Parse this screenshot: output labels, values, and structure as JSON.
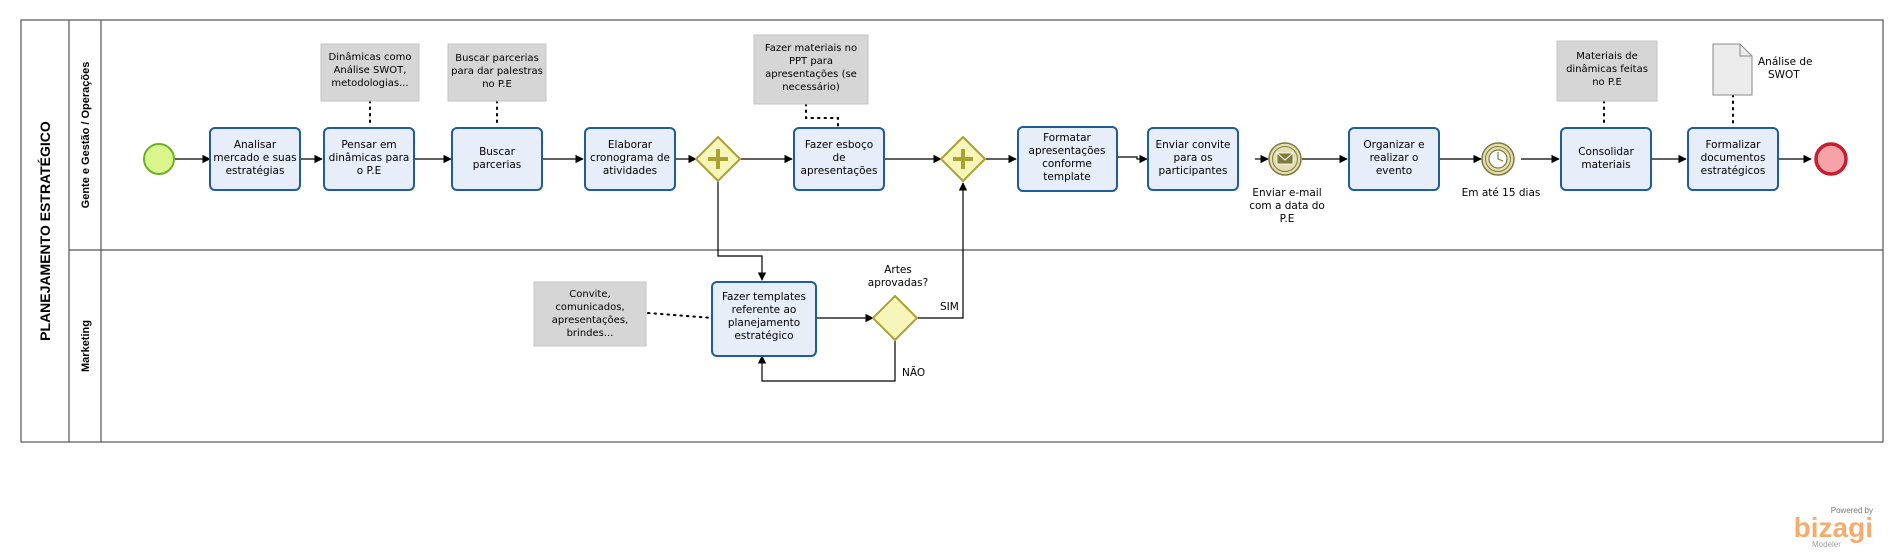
{
  "pool": {
    "title": "PLANEJAMENTO ESTRATÉGICO"
  },
  "lanes": [
    {
      "title": "Gente e Gestão / Operações"
    },
    {
      "title": "Marketing"
    }
  ],
  "tasks": [
    {
      "lines": [
        "Analisar",
        "mercado e suas",
        "estratégias"
      ]
    },
    {
      "lines": [
        "Pensar em",
        "dinâmicas para",
        "o P.E"
      ]
    },
    {
      "lines": [
        "Buscar",
        "parcerias"
      ]
    },
    {
      "lines": [
        "Elaborar",
        "cronograma de",
        "atividades"
      ]
    },
    {
      "lines": [
        "Fazer esboço",
        "de",
        "apresentações"
      ]
    },
    {
      "lines": [
        "Formatar",
        "apresentações",
        "conforme",
        "template"
      ]
    },
    {
      "lines": [
        "Enviar convite",
        "para os",
        "participantes"
      ]
    },
    {
      "lines": [
        "Organizar e",
        "realizar o",
        "evento"
      ]
    },
    {
      "lines": [
        "Consolidar",
        "materiais"
      ]
    },
    {
      "lines": [
        "Formalizar",
        "documentos",
        "estratégicos"
      ]
    },
    {
      "lines": [
        "Fazer templates",
        "referente ao",
        "planejamento",
        "estratégico"
      ]
    }
  ],
  "annotations": [
    {
      "lines": [
        "Dinâmicas como",
        "Análise SWOT,",
        "metodologias..."
      ]
    },
    {
      "lines": [
        "Buscar parcerias",
        "para dar palestras",
        "no P.E"
      ]
    },
    {
      "lines": [
        "Fazer materiais no",
        "PPT para",
        "apresentações (se",
        "necessário)"
      ]
    },
    {
      "lines": [
        "Materiais de",
        "dinâmicas feitas",
        "no P.E"
      ]
    },
    {
      "lines": [
        "Convite,",
        "comunicados,",
        "apresentações,",
        "brindes..."
      ]
    }
  ],
  "document": {
    "lines": [
      "Análise de",
      "SWOT"
    ]
  },
  "events": {
    "message_label": [
      "Enviar e-mail",
      "com a data do",
      "P.E"
    ],
    "timer_label": "Em até 15 dias"
  },
  "decision": {
    "question": [
      "Artes",
      "aprovadas?"
    ],
    "yes": "SIM",
    "no": "NÃO"
  },
  "branding": {
    "powered": "Powered by",
    "name": "bizagi",
    "product": "Modeler"
  }
}
